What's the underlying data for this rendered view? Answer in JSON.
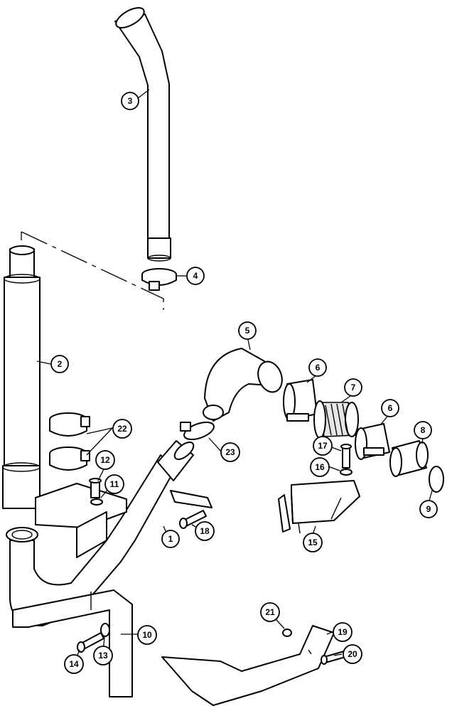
{
  "callouts": [
    "1",
    "2",
    "3",
    "4",
    "5",
    "6",
    "6",
    "7",
    "8",
    "9",
    "10",
    "11",
    "12",
    "13",
    "14",
    "15",
    "16",
    "17",
    "18",
    "19",
    "20",
    "21",
    "22",
    "23"
  ],
  "colors": {
    "line": "#000000",
    "fill": "#ffffff",
    "shade": "#e6e6e6"
  }
}
